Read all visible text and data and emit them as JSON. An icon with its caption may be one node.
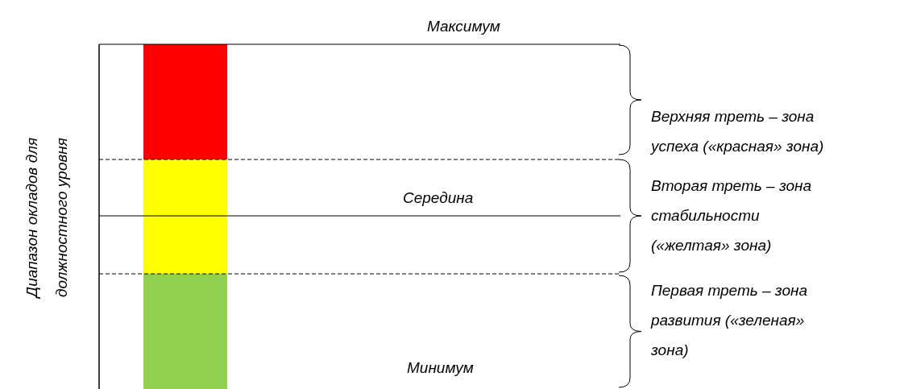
{
  "diagram": {
    "labels": [
      "Максимум",
      "Диапазон окладов для должностного уровня",
      "Верхняя треть – зона успеха («красная» зона)",
      "Середина",
      "Вторая треть – зона стабильности («желтая» зона)",
      "Первая треть – зона развития («зеленая» зона)",
      "Минимум"
    ]
  }
}
